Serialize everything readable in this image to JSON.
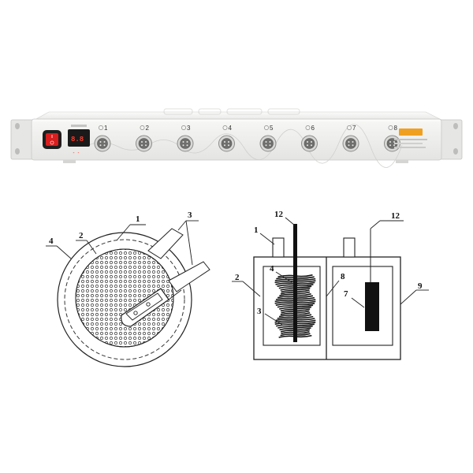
{
  "device": {
    "brand_text": "",
    "ports": [
      {
        "label": "1"
      },
      {
        "label": "2"
      },
      {
        "label": "3"
      },
      {
        "label": "4"
      },
      {
        "label": "5"
      },
      {
        "label": "6"
      },
      {
        "label": "7"
      },
      {
        "label": "8"
      }
    ],
    "colors": {
      "body": "#eeeeec",
      "power_switch": "#d81e1e",
      "display_digits": "#ff3a2a",
      "brand_badge": "#f0a020"
    }
  },
  "cell_diagram": {
    "labels": {
      "l1": "1",
      "l2": "2",
      "l3": "3",
      "l4": "4"
    }
  },
  "electrolysis_diagram": {
    "labels": {
      "l1": "1",
      "l2": "2",
      "l3": "3",
      "l4": "4",
      "l7": "7",
      "l8": "8",
      "l9": "9",
      "l12a": "12",
      "l12b": "12"
    }
  }
}
